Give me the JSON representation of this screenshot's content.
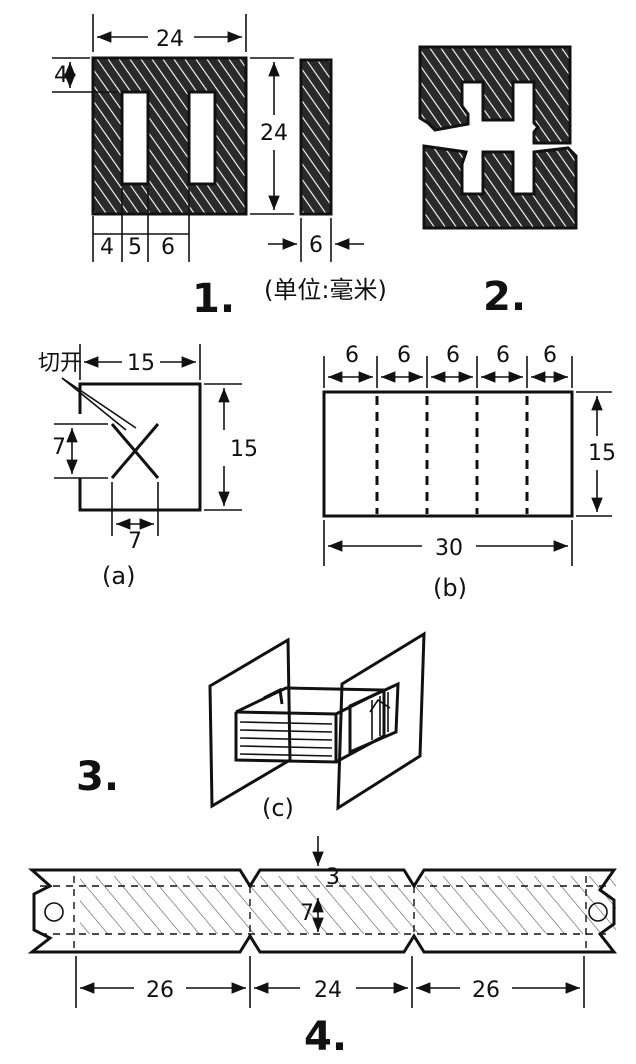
{
  "fig1": {
    "number": "1.",
    "width_label": "24",
    "height_label": "24",
    "top_label": "4",
    "bottom_labels": [
      "4",
      "5",
      "6"
    ],
    "side_label": "6",
    "unit_note": "(单位:毫米)"
  },
  "fig2": {
    "number": "2."
  },
  "fig3": {
    "number": "3.",
    "a": {
      "cut_label": "切开",
      "top_label": "15",
      "right_label": "15",
      "left_label": "7",
      "bottom_label": "7",
      "caption": "(a)"
    },
    "b": {
      "top_labels": [
        "6",
        "6",
        "6",
        "6",
        "6"
      ],
      "right_label": "15",
      "bottom_label": "30",
      "caption": "(b)"
    },
    "c": {
      "caption": "(c)"
    }
  },
  "fig4": {
    "number": "4.",
    "top_label": "3",
    "mid_label": "7",
    "bottom_labels": [
      "26",
      "24",
      "26"
    ]
  }
}
